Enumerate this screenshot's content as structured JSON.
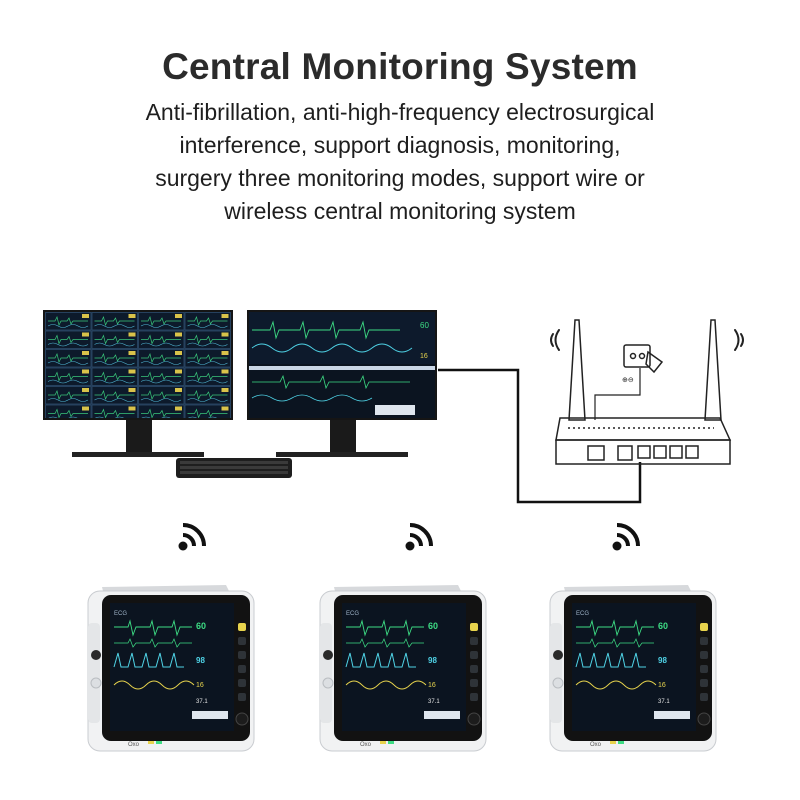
{
  "header": {
    "title": "Central Monitoring System",
    "subtitle_lines": [
      "Anti-fibrillation, anti-high-frequency electrosurgical",
      "interference, support diagnosis, monitoring,",
      "surgery three monitoring modes, support wire or",
      "wireless central monitoring system"
    ]
  },
  "icons": {
    "wifi": "wifi-signal-icon",
    "antenna_signal": "radio-signal-icon"
  },
  "monitor_brand": "Oxo",
  "colors": {
    "text": "#2b2b2b",
    "screen_bg": "#0b1420",
    "ecg_green": "#3ddc84",
    "pleth_cyan": "#4fd3e6",
    "resp_yellow": "#e8d44d",
    "cable": "#111111"
  }
}
